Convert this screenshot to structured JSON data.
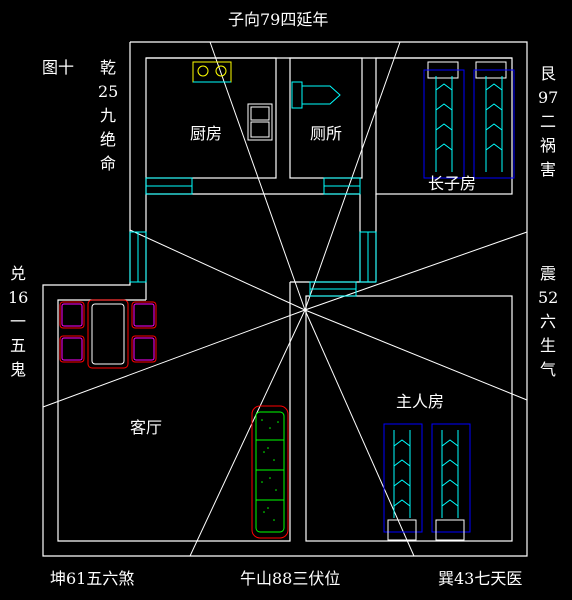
{
  "figure_label": "图十",
  "directions": {
    "north": "子向79四延年",
    "south": "午山88三伏位",
    "southwest": "坤61五六煞",
    "southeast": "巽43七天医",
    "northwest": [
      "乾",
      "25",
      "九",
      "绝",
      "命"
    ],
    "northeast": [
      "艮",
      "97",
      "二",
      "祸",
      "害"
    ],
    "west": [
      "兑",
      "16",
      "一",
      "五",
      "鬼"
    ],
    "east": [
      "震",
      "52",
      "六",
      "生",
      "气"
    ]
  },
  "rooms": {
    "kitchen": "厨房",
    "toilet": "厕所",
    "eldest_son_room": "长子房",
    "living_room": "客厅",
    "master_room": "主人房"
  },
  "colors": {
    "background": "#000000",
    "wall": "#ffffff",
    "window": "#00ffff",
    "bed": "#0000ff",
    "furniture_red": "#ff0000",
    "chair": "#ff00ff",
    "sofa_green": "#00ff00",
    "stove": "#ffff00"
  }
}
